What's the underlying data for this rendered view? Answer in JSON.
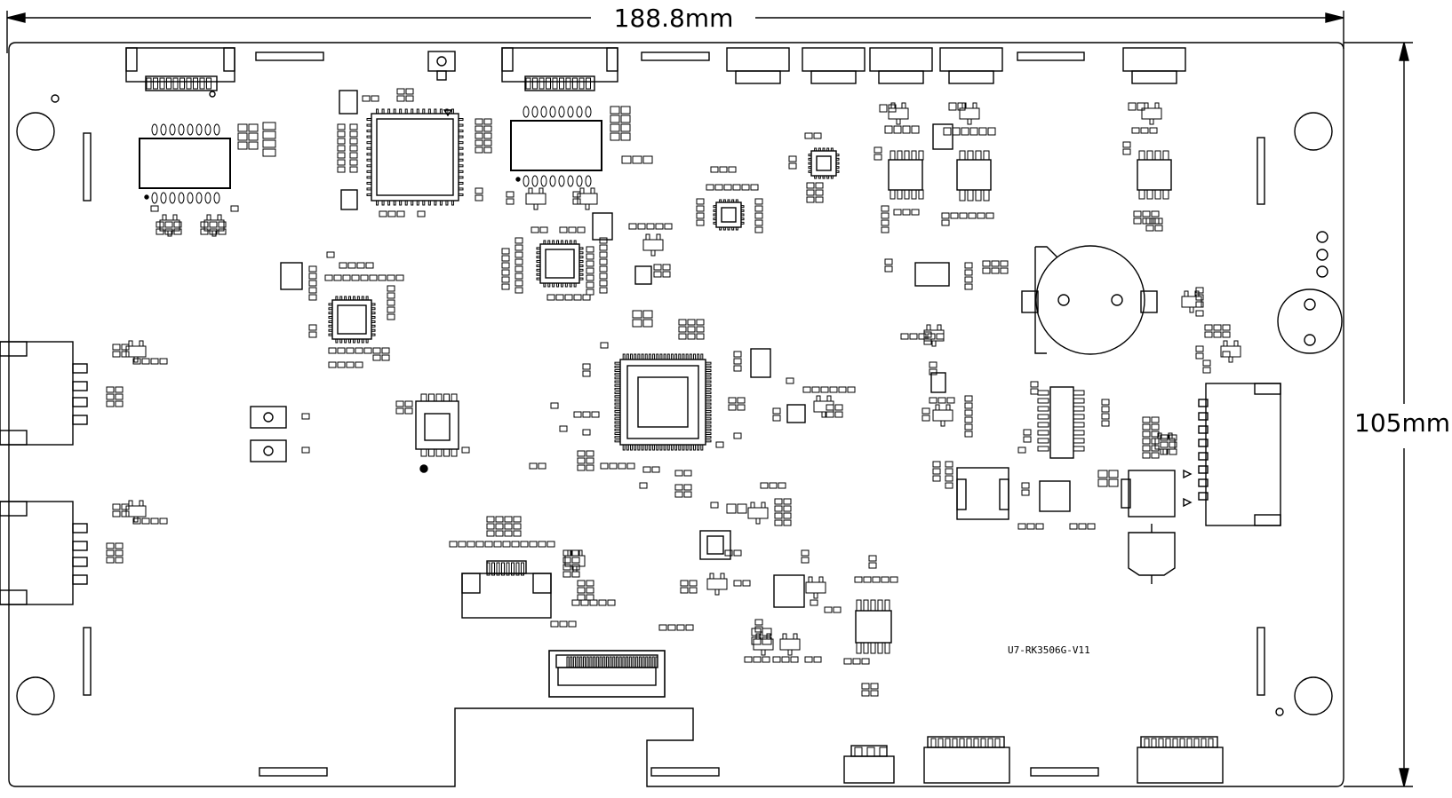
{
  "dimensions": {
    "width_label": "188.8mm",
    "height_label": "105mm"
  },
  "board": {
    "model_label": "U7-RK3506G-V11"
  }
}
